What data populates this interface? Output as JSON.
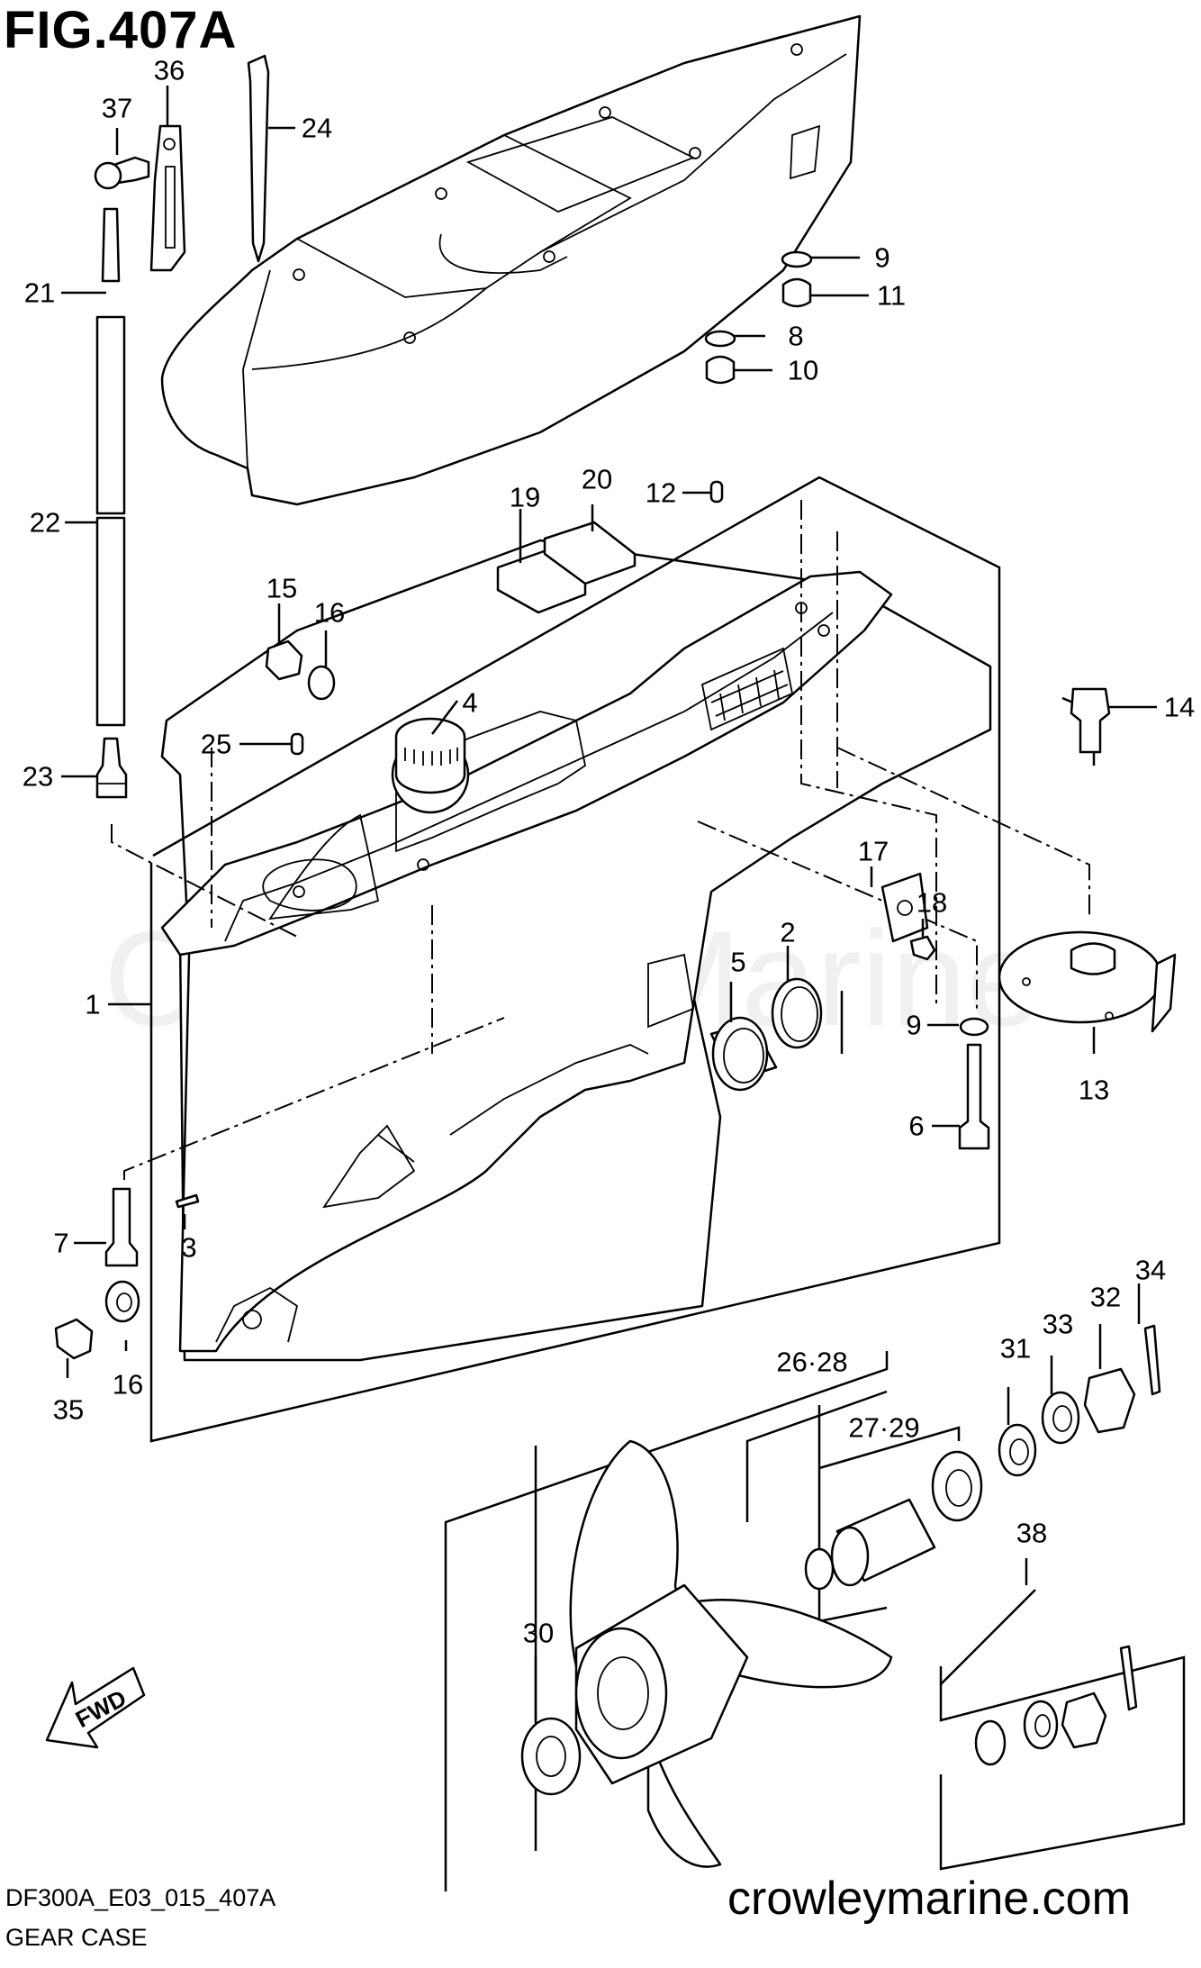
{
  "figure_title": "FIG.407A",
  "watermark": "Crowley Marine",
  "footer": {
    "drawing_code": "DF300A_E03_015_407A",
    "caption": "GEAR CASE",
    "website": "crowleymarine.com"
  },
  "fwd_arrow_label": "FWD",
  "callouts": [
    {
      "id": "c37",
      "label": "37"
    },
    {
      "id": "c36",
      "label": "36"
    },
    {
      "id": "c24",
      "label": "24"
    },
    {
      "id": "c21",
      "label": "21"
    },
    {
      "id": "c22",
      "label": "22"
    },
    {
      "id": "c9a",
      "label": "9"
    },
    {
      "id": "c11",
      "label": "11"
    },
    {
      "id": "c8",
      "label": "8"
    },
    {
      "id": "c10",
      "label": "10"
    },
    {
      "id": "c19",
      "label": "19"
    },
    {
      "id": "c20",
      "label": "20"
    },
    {
      "id": "c12",
      "label": "12"
    },
    {
      "id": "c15",
      "label": "15"
    },
    {
      "id": "c16a",
      "label": "16"
    },
    {
      "id": "c4",
      "label": "4"
    },
    {
      "id": "c14",
      "label": "14"
    },
    {
      "id": "c25",
      "label": "25"
    },
    {
      "id": "c23",
      "label": "23"
    },
    {
      "id": "c17",
      "label": "17"
    },
    {
      "id": "c18",
      "label": "18"
    },
    {
      "id": "c2",
      "label": "2"
    },
    {
      "id": "c5",
      "label": "5"
    },
    {
      "id": "c1",
      "label": "1"
    },
    {
      "id": "c9b",
      "label": "9"
    },
    {
      "id": "c13",
      "label": "13"
    },
    {
      "id": "c6",
      "label": "6"
    },
    {
      "id": "c7",
      "label": "7"
    },
    {
      "id": "c3",
      "label": "3"
    },
    {
      "id": "c34",
      "label": "34"
    },
    {
      "id": "c32",
      "label": "32"
    },
    {
      "id": "c33",
      "label": "33"
    },
    {
      "id": "c31",
      "label": "31"
    },
    {
      "id": "c35",
      "label": "35"
    },
    {
      "id": "c16b",
      "label": "16"
    },
    {
      "id": "c26",
      "label": "26·28"
    },
    {
      "id": "c27",
      "label": "27·29"
    },
    {
      "id": "c38",
      "label": "38"
    },
    {
      "id": "c30",
      "label": "30"
    }
  ]
}
